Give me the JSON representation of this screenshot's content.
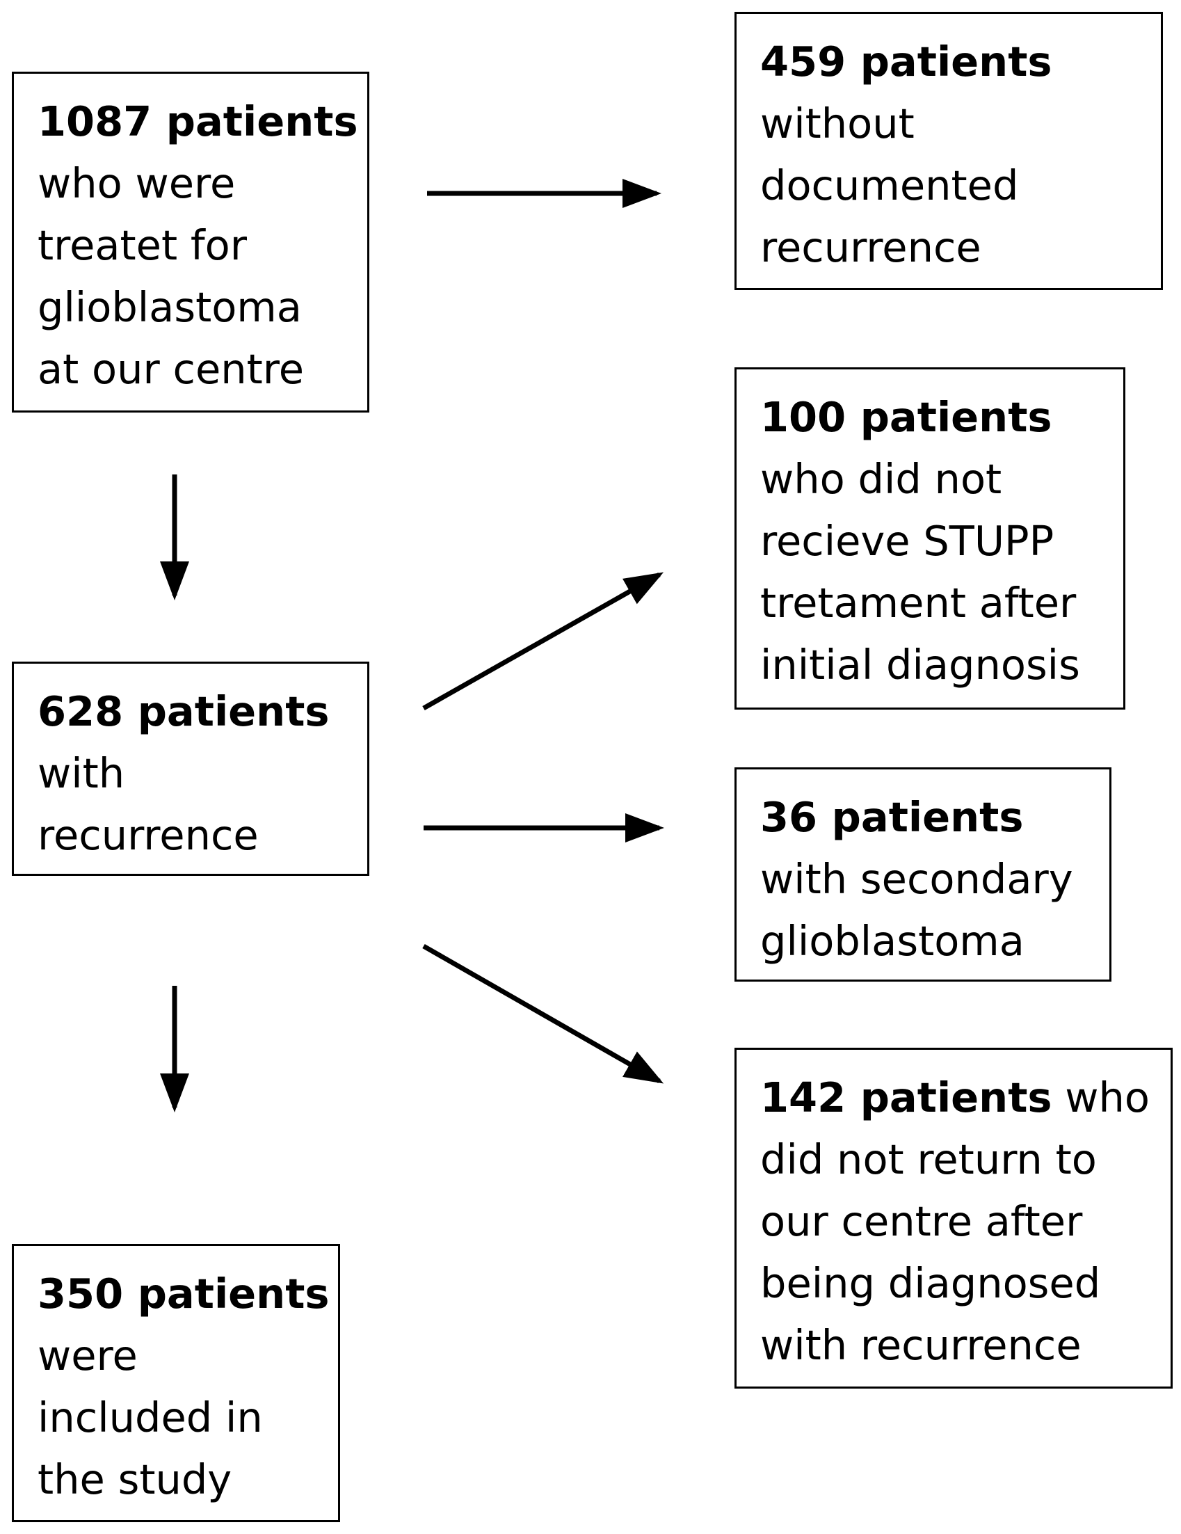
{
  "boxes": {
    "total": {
      "line1_bold": "1087 patients",
      "line2": "who were",
      "line3": "treatet for",
      "line4": "glioblastoma",
      "line5": "at our centre"
    },
    "no_recurrence": {
      "line1_bold": "459 patients",
      "line2": "without",
      "line3": "documented",
      "line4": "recurrence"
    },
    "no_stupp": {
      "line1_bold": "100 patients",
      "line2": "who did not",
      "line3": "recieve STUPP",
      "line4": "tretament after",
      "line5": "initial diagnosis"
    },
    "recurrence": {
      "line1_bold": "628 patients",
      "line2": "with",
      "line3": "recurrence"
    },
    "secondary": {
      "line1_bold": "36 patients",
      "line2": "with secondary",
      "line3": "glioblastoma"
    },
    "not_returned": {
      "line1_bold": "142 patients",
      "line1_rest": " who",
      "line2": "did not return to",
      "line3": "our centre after",
      "line4": "being diagnosed",
      "line5": "with recurrence"
    },
    "included": {
      "line1_bold": "350 patients",
      "line2": "were",
      "line3": "included in",
      "line4": "the study"
    }
  }
}
